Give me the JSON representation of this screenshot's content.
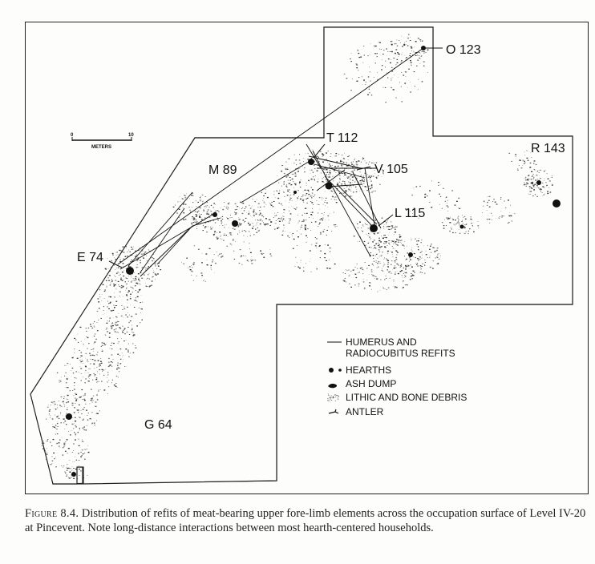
{
  "map": {
    "households": [
      {
        "id": "O",
        "label": "O 123"
      },
      {
        "id": "T",
        "label": "T 112"
      },
      {
        "id": "R",
        "label": "R 143"
      },
      {
        "id": "M",
        "label": "M 89"
      },
      {
        "id": "V",
        "label": "V 105"
      },
      {
        "id": "L",
        "label": "L 115"
      },
      {
        "id": "E",
        "label": "E 74"
      },
      {
        "id": "G",
        "label": "G 64"
      }
    ],
    "scale": {
      "start": "0",
      "end": "10",
      "unit": "METERS"
    }
  },
  "legend": {
    "refits_line1": "HUMERUS AND",
    "refits_line2": "RADIOCUBITUS REFITS",
    "hearths": "HEARTHS",
    "ash_dump": "ASH DUMP",
    "debris": "LITHIC AND BONE DEBRIS",
    "antler": "ANTLER"
  },
  "caption": {
    "figure": "Figure 8.4.",
    "text": "Distribution of refits of meat-bearing upper fore-limb elements across the occupation surface of Level IV-20 at Pincevent. Note long-distance interactions between most hearth-centered households."
  }
}
